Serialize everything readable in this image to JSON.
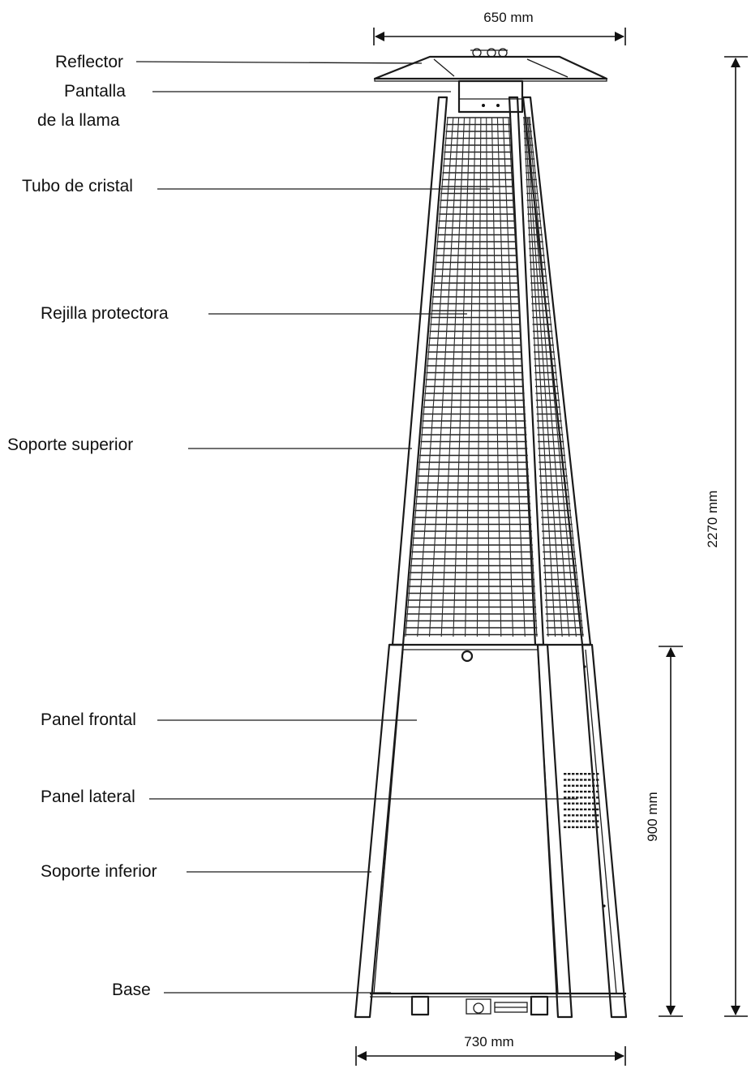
{
  "labels": {
    "reflector": "Reflector",
    "flame_screen_line1": "Pantalla",
    "flame_screen_line2": "de la llama",
    "glass_tube": "Tubo de cristal",
    "protective_grill": "Rejilla protectora",
    "upper_support": "Soporte superior",
    "front_panel": "Panel frontal",
    "side_panel": "Panel lateral",
    "lower_support": "Soporte inferior",
    "base": "Base"
  },
  "dimensions": {
    "top_width": "650 mm",
    "total_height": "2270 mm",
    "base_height": "900 mm",
    "base_width": "730 mm"
  }
}
